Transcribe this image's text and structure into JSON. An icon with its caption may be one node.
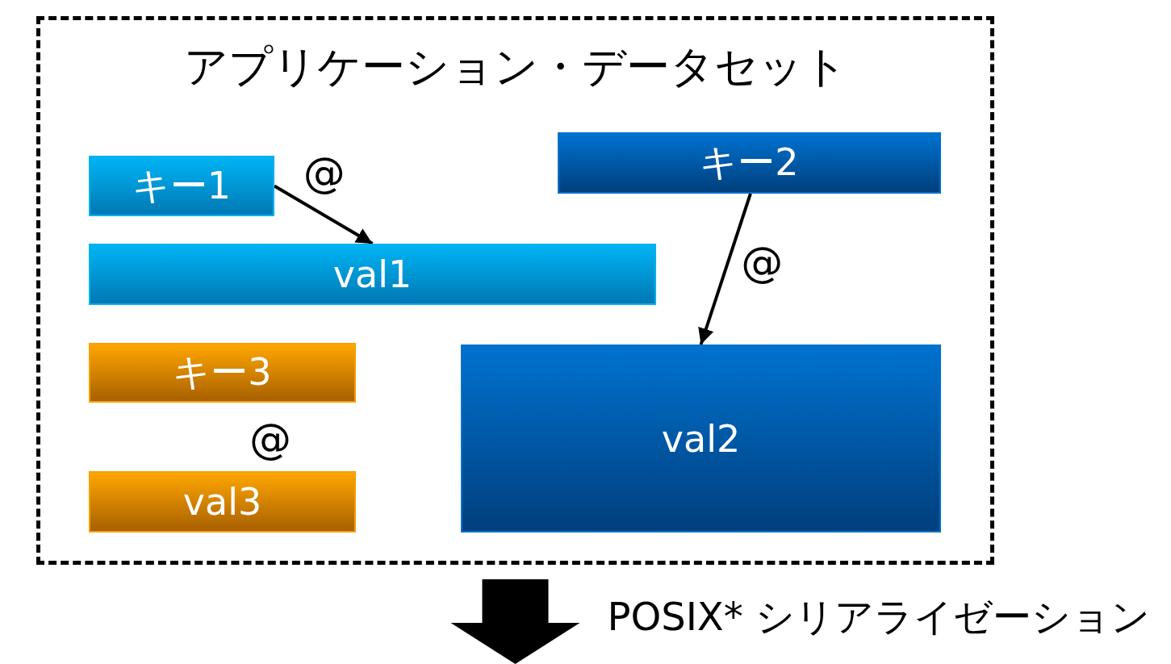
{
  "diagram": {
    "nodes": [
      {
        "text": [
          "アプリケーション・データセット"
        ]
      },
      {
        "text": [
          "キー1"
        ],
        "in": 0
      },
      {
        "text": [
          "val1"
        ],
        "in": 0
      },
      {
        "text": [
          "キー2"
        ],
        "in": 0
      },
      {
        "text": [
          "val2"
        ],
        "in": 0
      },
      {
        "text": [
          "キー3"
        ],
        "in": 0
      },
      {
        "text": [
          "val3"
        ],
        "in": 0
      }
    ],
    "edges": [
      {
        "from": 1,
        "to": 2,
        "arrow": "to",
        "label": "@"
      },
      {
        "from": 3,
        "to": 4,
        "arrow": "to",
        "label": "@"
      },
      {
        "from": 0,
        "to": null,
        "arrow": "to",
        "style": "thick",
        "label": "POSIX* シリアライゼーション"
      }
    ],
    "labels": [
      "@"
    ]
  }
}
